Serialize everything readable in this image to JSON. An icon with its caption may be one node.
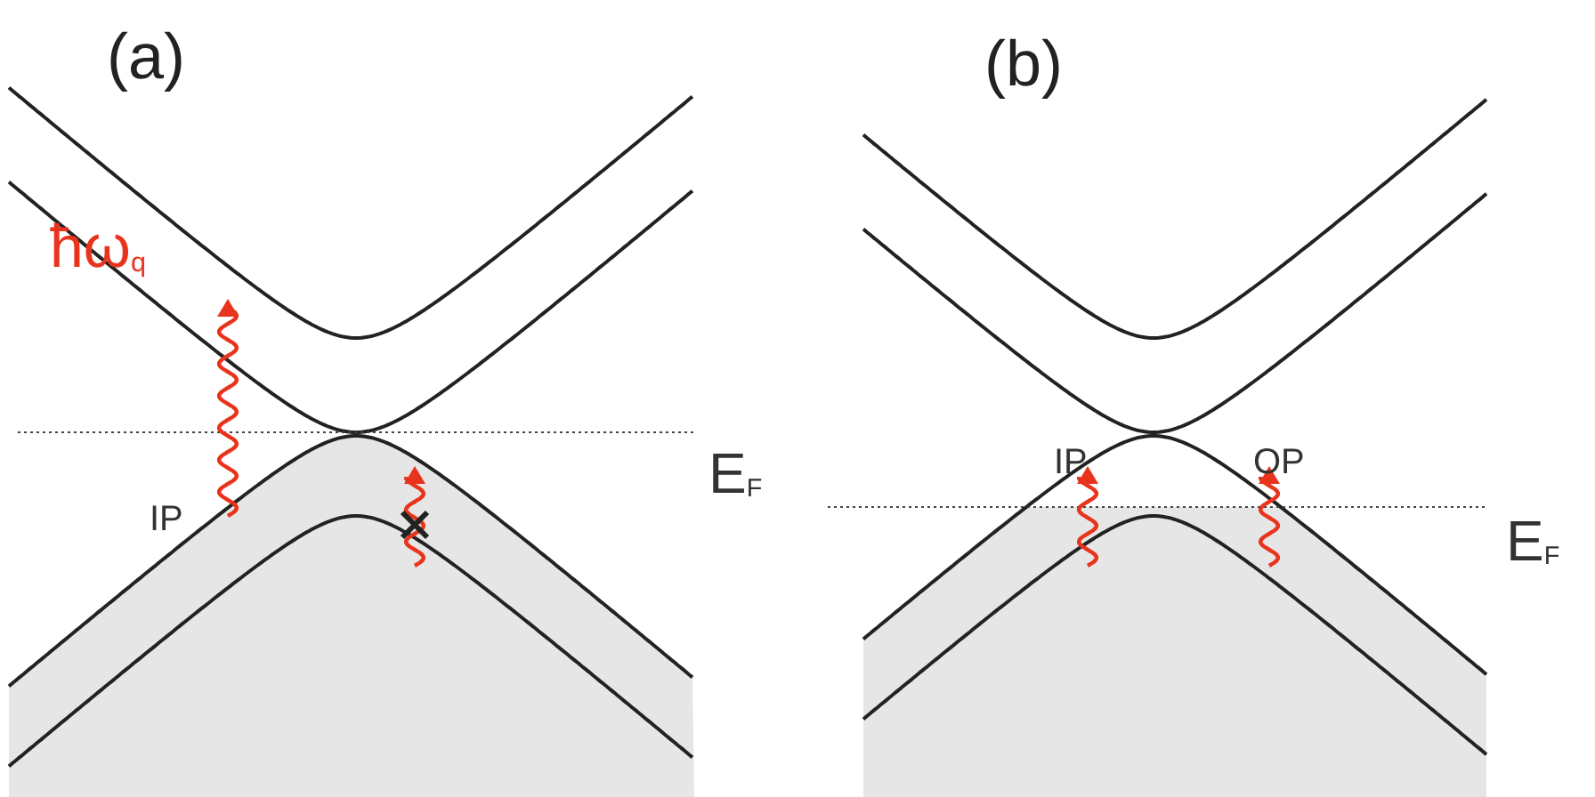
{
  "diagram": {
    "labels": [
      "(a)",
      "ħω$_{q}$",
      "IP",
      "E$_{F}$",
      "(b)",
      "IP",
      "OP",
      "E$_{F}$"
    ]
  }
}
